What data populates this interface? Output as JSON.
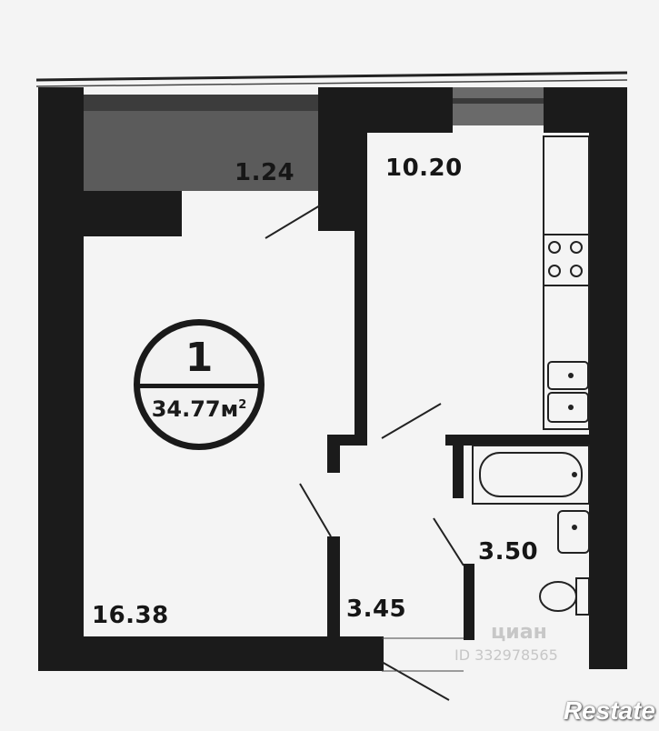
{
  "apartment": {
    "rooms": "1",
    "total_area": "34.77м",
    "area_unit_sup": "2"
  },
  "rooms": {
    "balcony": "1.24",
    "kitchen": "10.20",
    "living": "16.38",
    "hallway": "3.45",
    "bathroom": "3.50"
  },
  "watermarks": {
    "cian": "циан",
    "listing_id": "ID 332978565",
    "restate": "Restate"
  },
  "colors": {
    "wall": "#1b1b1b",
    "background": "#f4f4f4",
    "balcony": "#5b5b5b"
  }
}
